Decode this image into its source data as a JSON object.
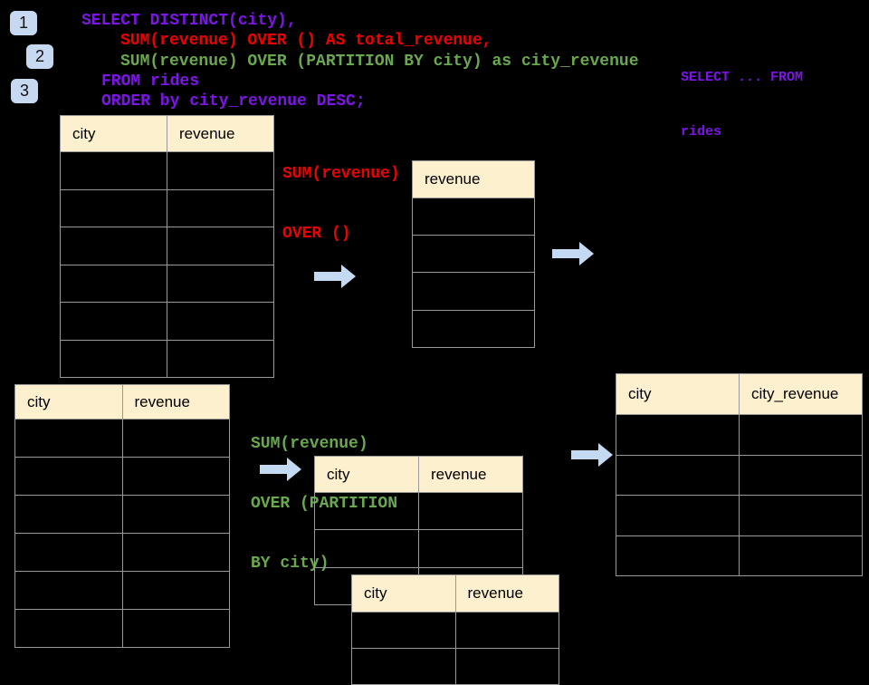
{
  "colors": {
    "background": "#000000",
    "purple": "#7d15e8",
    "red": "#ee0000",
    "green": "#6aa84f",
    "arrow": "#c3daf2",
    "badge_bg": "#c6d9f1",
    "table_header_bg": "#fcf0ce",
    "table_border": "#999999"
  },
  "badges": [
    {
      "label": "1"
    },
    {
      "label": "2"
    },
    {
      "label": "3"
    }
  ],
  "sql_code": {
    "lines": [
      {
        "text": "SELECT DISTINCT(city),",
        "color": "purple"
      },
      {
        "text": "SUM(revenue) OVER () AS total_revenue,",
        "color": "red"
      },
      {
        "text": "SUM(revenue) OVER (PARTITION BY city) as city_revenue",
        "color": "green"
      },
      {
        "text": "FROM rides",
        "color": "purple"
      },
      {
        "text": "ORDER by city_revenue DESC;",
        "color": "purple"
      }
    ]
  },
  "side_note": {
    "color": "purple",
    "lines": [
      "SELECT ... FROM",
      "rides"
    ]
  },
  "annotations": {
    "total_revenue": {
      "color": "red",
      "lines": [
        "SUM(revenue)",
        "OVER ()"
      ]
    },
    "partition": {
      "color": "green",
      "lines": [
        "SUM(revenue)",
        "OVER (PARTITION",
        "BY city)"
      ]
    }
  },
  "tables": {
    "rides_top": {
      "columns": [
        "city",
        "revenue"
      ],
      "empty_rows": 6
    },
    "total": {
      "columns": [
        "revenue"
      ],
      "empty_rows": 4
    },
    "rides_bottom": {
      "columns": [
        "city",
        "revenue"
      ],
      "empty_rows": 6
    },
    "partition_mid": {
      "columns": [
        "city",
        "revenue"
      ],
      "empty_rows": 3
    },
    "partition_overlay": {
      "columns": [
        "city",
        "revenue"
      ],
      "empty_rows": 2
    },
    "city_revenue_result": {
      "columns": [
        "city",
        "city_revenue"
      ],
      "empty_rows": 4
    }
  }
}
